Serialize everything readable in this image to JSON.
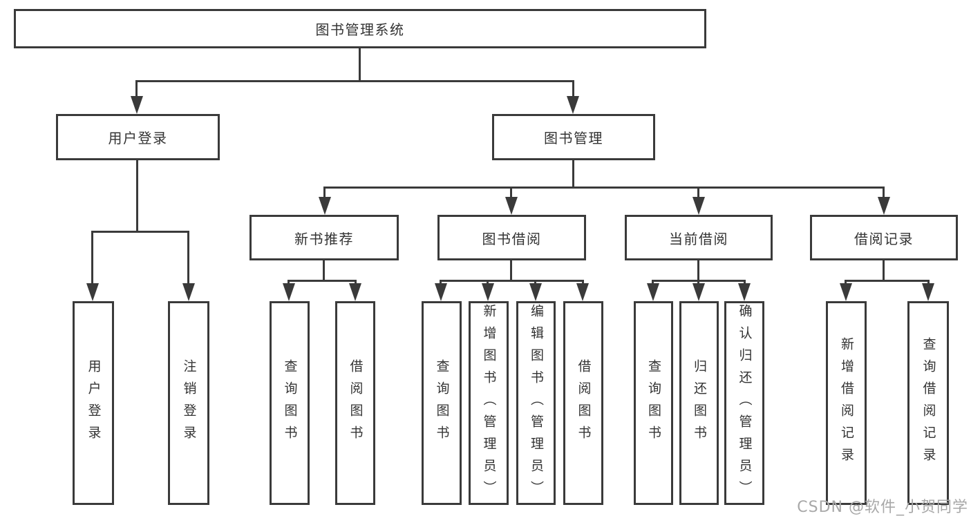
{
  "diagram_title": "图书管理系统",
  "root": {
    "label": "图书管理系统"
  },
  "branches": {
    "user_login": {
      "label": "用户登录",
      "children": [
        "用户登录",
        "注销登录"
      ]
    },
    "book_mgmt": {
      "label": "图书管理",
      "sections": [
        {
          "label": "新书推荐",
          "children": [
            "查询图书",
            "借阅图书"
          ]
        },
        {
          "label": "图书借阅",
          "children": [
            "查询图书",
            "新增图书（管理员）",
            "编辑图书（管理员）",
            "借阅图书"
          ]
        },
        {
          "label": "当前借阅",
          "children": [
            "查询图书",
            "归还图书",
            "确认归还（管理员）"
          ]
        },
        {
          "label": "借阅记录",
          "children": [
            "新增借阅记录",
            "查询借阅记录"
          ]
        }
      ]
    }
  },
  "watermark": "CSDN @软件_小贺同学",
  "colors": {
    "line": "#3a3a3a",
    "text": "#333333",
    "watermark": "#a8a8a8",
    "background": "#ffffff"
  }
}
